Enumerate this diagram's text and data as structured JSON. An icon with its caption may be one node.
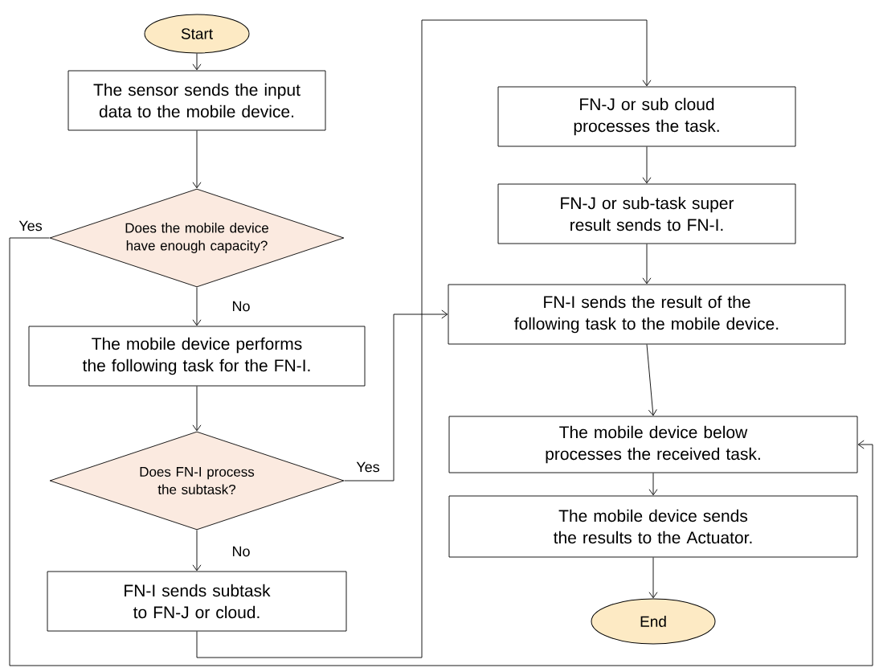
{
  "diagram": {
    "nodes": [
      {
        "text": [
          "Start"
        ]
      },
      {
        "text": [
          "The sensor sends the input data to the mobile device."
        ]
      },
      {
        "text": [
          "Does the mobile device have enough capacity?"
        ]
      },
      {
        "text": [
          "The mobile device performs the following task for the FN-I."
        ]
      },
      {
        "text": [
          "Does FN-I process the subtask?"
        ]
      },
      {
        "text": [
          "FN-I sends subtask to FN-J or cloud."
        ]
      },
      {
        "text": [
          "FN-J or sub cloud processes the task."
        ]
      },
      {
        "text": [
          "FN-J or sub-task super result sends to FN-I."
        ]
      },
      {
        "text": [
          "FN-I sends the result of the following task to the mobile device."
        ]
      },
      {
        "text": [
          "The mobile device below processes the received task."
        ]
      },
      {
        "text": [
          "The mobile device sends the results to the Actuator."
        ]
      },
      {
        "text": [
          "End"
        ]
      }
    ],
    "edges": [
      {
        "from": 0,
        "to": 1,
        "arrow": "to"
      },
      {
        "from": 1,
        "to": 2,
        "arrow": "to"
      },
      {
        "from": 2,
        "to": 3,
        "arrow": "to",
        "label": "No"
      },
      {
        "from": 2,
        "to": 9,
        "arrow": "to",
        "label": "Yes"
      },
      {
        "from": 3,
        "to": 4,
        "arrow": "to"
      },
      {
        "from": 4,
        "to": 5,
        "arrow": "to",
        "label": "No"
      },
      {
        "from": 4,
        "to": 8,
        "arrow": "to",
        "label": "Yes"
      },
      {
        "from": 5,
        "to": 6,
        "arrow": "to"
      },
      {
        "from": 6,
        "to": 7,
        "arrow": "to"
      },
      {
        "from": 7,
        "to": 8,
        "arrow": "to"
      },
      {
        "from": 8,
        "to": 9,
        "arrow": "to"
      },
      {
        "from": 9,
        "to": 10,
        "arrow": "to"
      },
      {
        "from": 10,
        "to": 11,
        "arrow": "to"
      }
    ]
  }
}
